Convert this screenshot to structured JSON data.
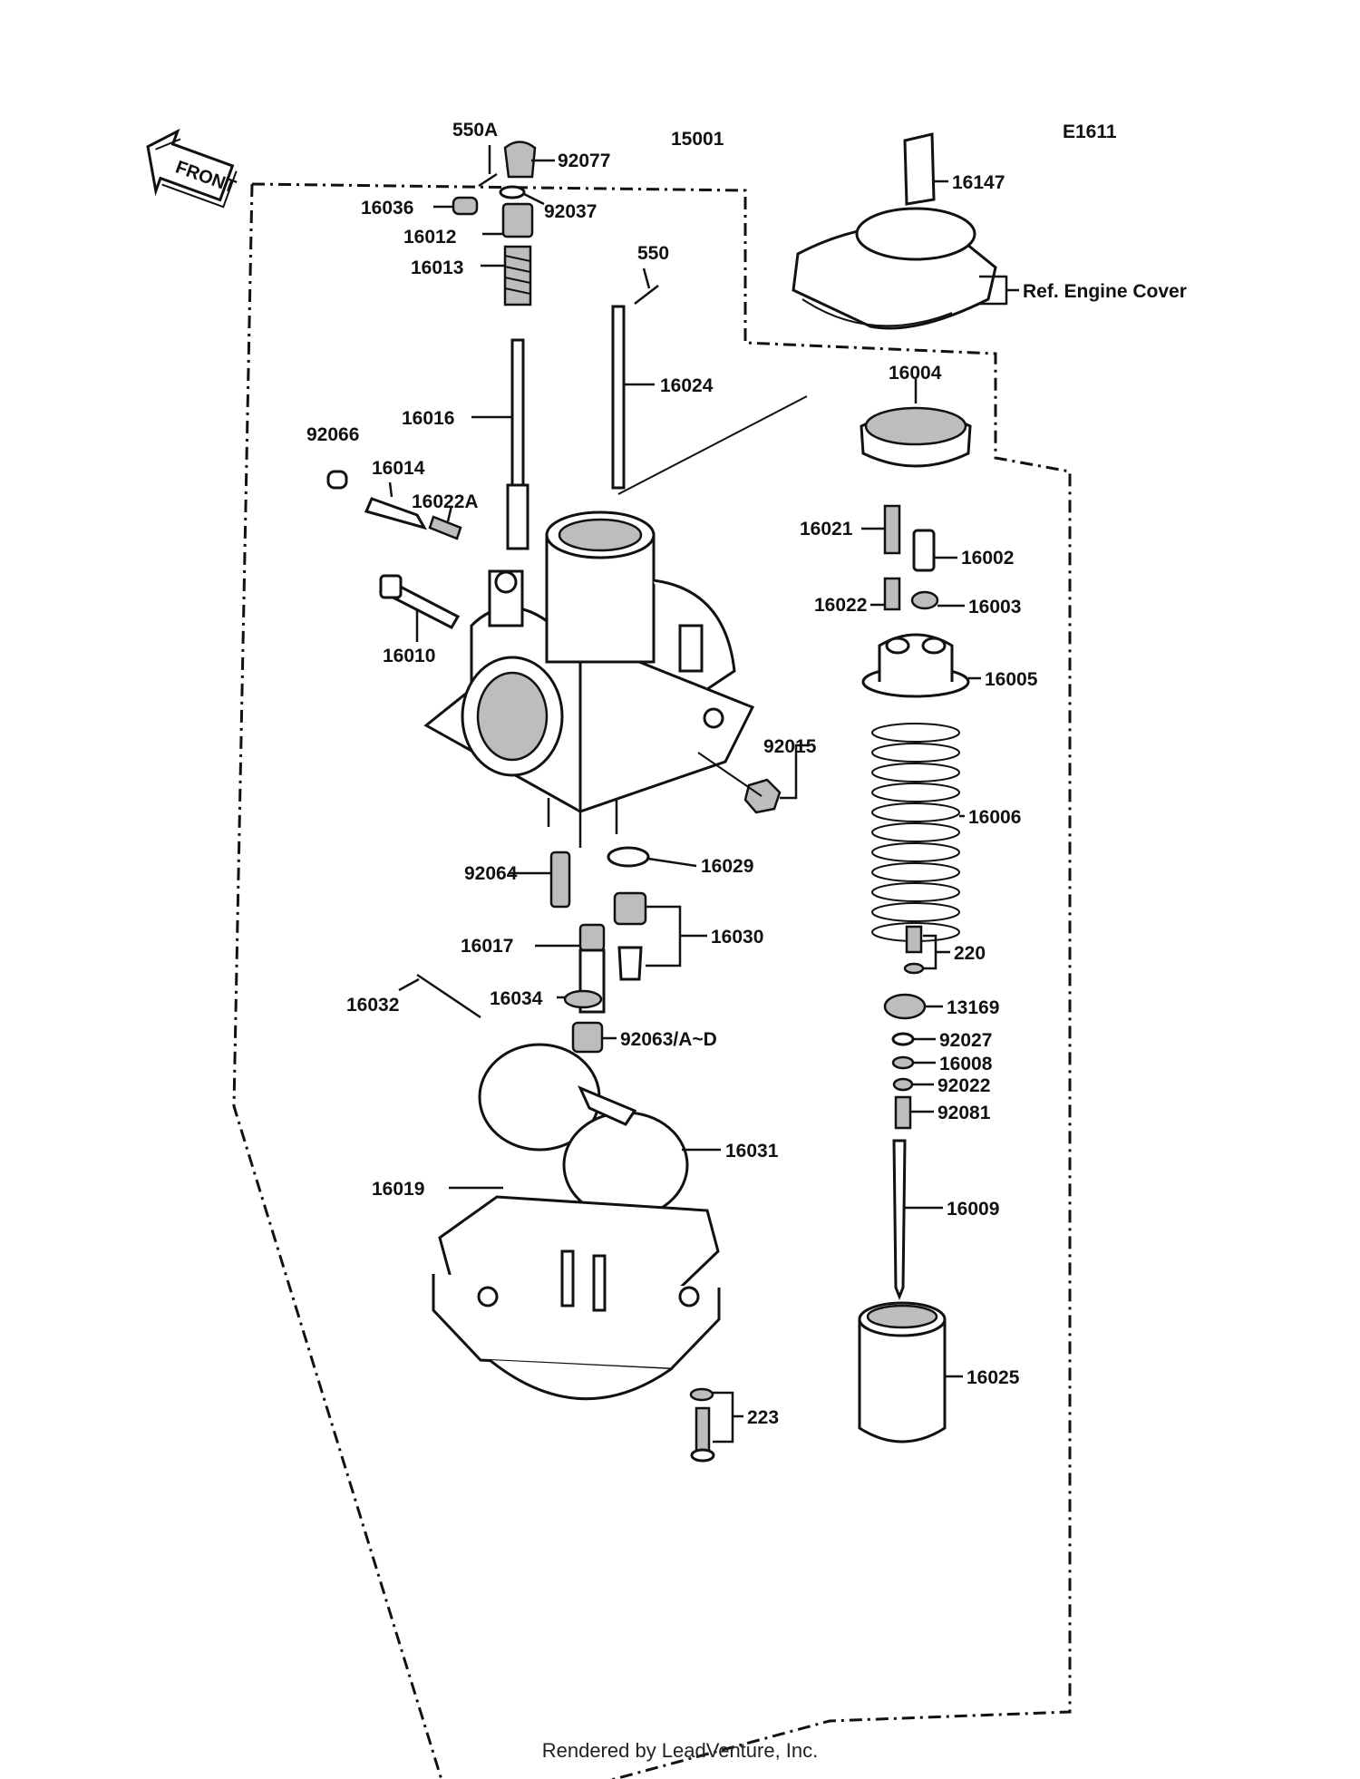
{
  "diagram_code": "E1611",
  "front_label": "FRONT",
  "ref_label": "Ref. Engine Cover",
  "footer": "Rendered by LeadVenture, Inc.",
  "part_labels": [
    "550A",
    "92077",
    "15001",
    "92037",
    "16036",
    "16012",
    "16013",
    "550",
    "16016",
    "16024",
    "92066",
    "16014",
    "16022A",
    "16010",
    "92015",
    "92064",
    "16029",
    "16017",
    "16030",
    "16032",
    "16034",
    "92063/A~D",
    "16031",
    "16019",
    "223",
    "16147",
    "16004",
    "16021",
    "16002",
    "16022",
    "16003",
    "16005",
    "16006",
    "220",
    "13169",
    "92027",
    "16008",
    "92022",
    "92081",
    "16009",
    "16025"
  ]
}
